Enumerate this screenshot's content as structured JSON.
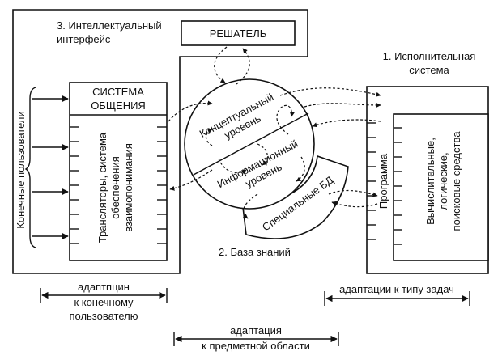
{
  "blocks": {
    "interface": {
      "title_line1": "3. Интеллектуальный",
      "title_line2": "интерфейс"
    },
    "solver": {
      "label": "РЕШАТЕЛЬ"
    },
    "communication": {
      "title_line1": "СИСТЕМА",
      "title_line2": "ОБЩЕНИЯ",
      "translators_line1": "Трансляторы, система",
      "translators_line2": "обеспечения",
      "translators_line3": "взаимопонимания"
    },
    "end_users": {
      "label": "Конечные пользователи"
    },
    "knowledge_base": {
      "conceptual_line1": "Концептуальный",
      "conceptual_line2": "уровень",
      "informational_line1": "Информационный",
      "informational_line2": "уровень",
      "special_db": "Специальные БД",
      "caption": "2. База знаний"
    },
    "execution": {
      "title_line1": "1. Исполнительная",
      "title_line2": "система",
      "program": "Программа",
      "tools_line1": "Вычислительные,",
      "tools_line2": "логические,",
      "tools_line3": "поисковые средства"
    }
  },
  "adaptations": {
    "user": {
      "line1": "адаптпцин",
      "line2": "к конечному",
      "line3": "пользователю"
    },
    "task": {
      "line1": "адаптации к типу задач"
    },
    "domain": {
      "line1": "адаптация",
      "line2": "к предметной области"
    }
  },
  "colors": {
    "ink": "#111111",
    "background": "#ffffff"
  }
}
